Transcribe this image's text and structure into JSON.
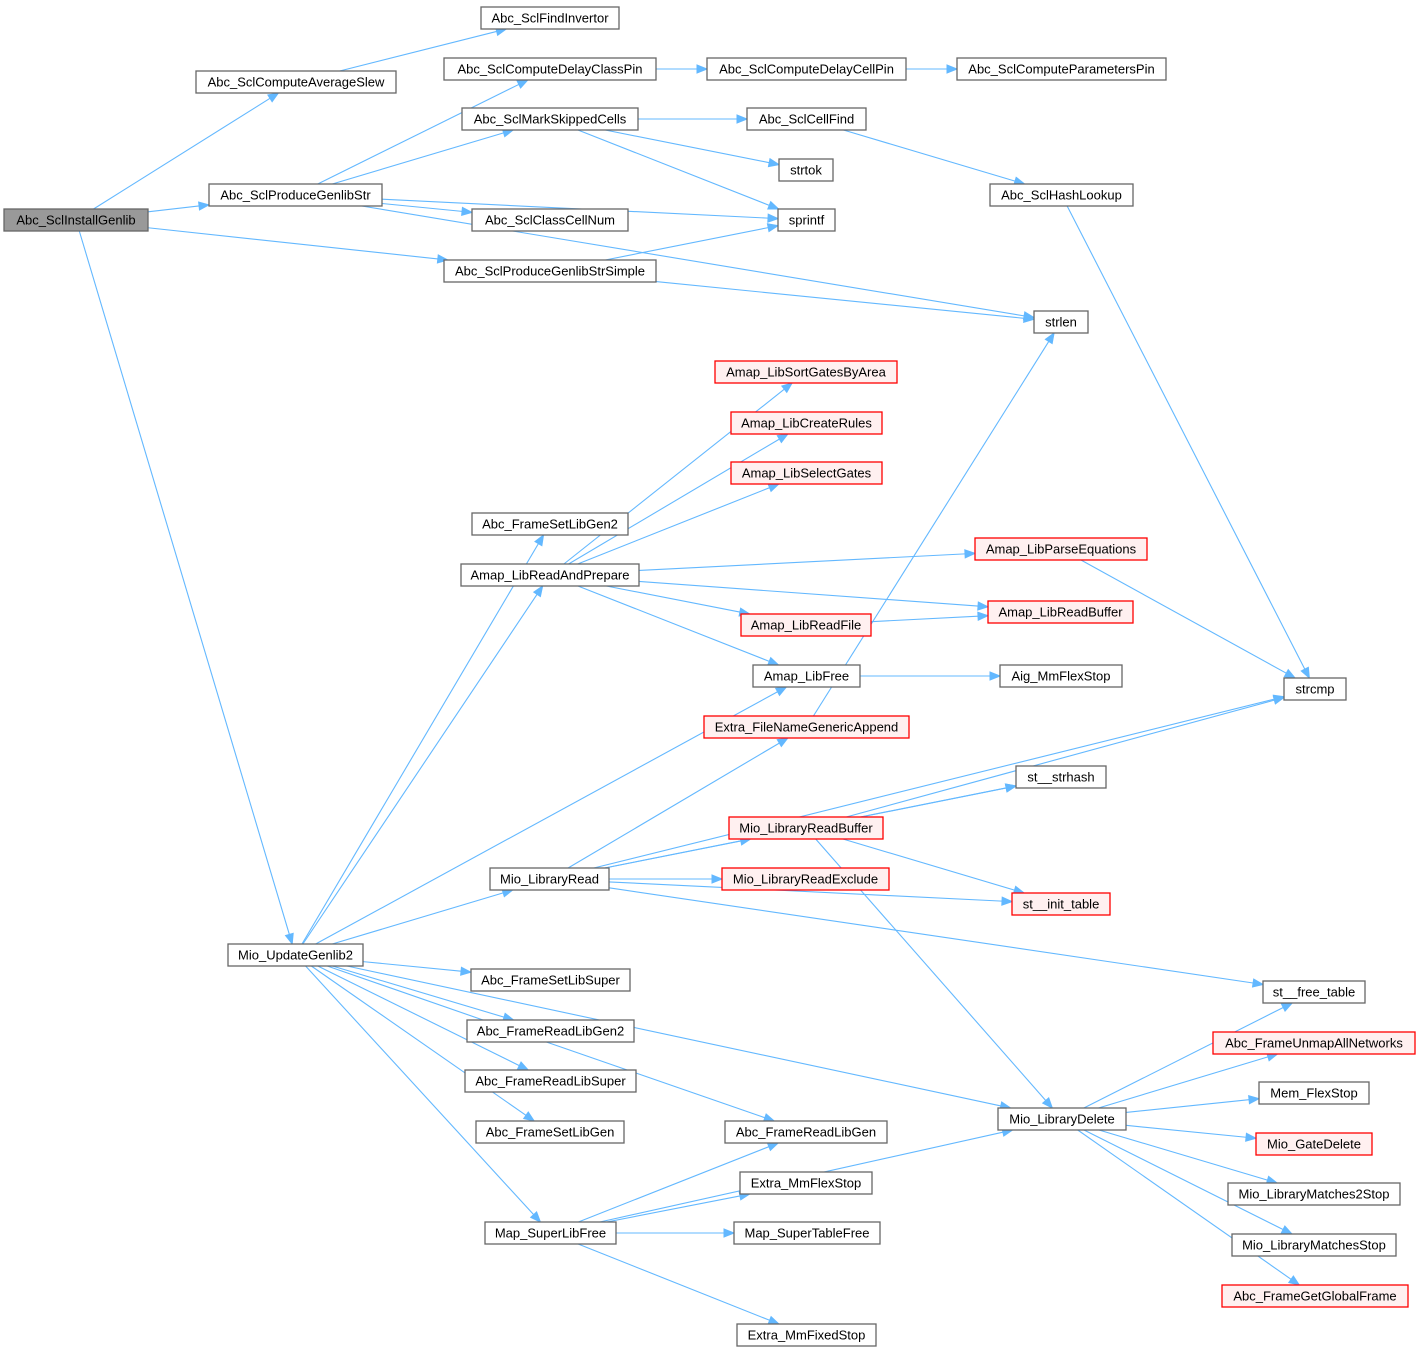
{
  "colors": {
    "edge": "#63b8ff",
    "node_fill": "#ffffff",
    "node_border": "#666666",
    "root_fill": "#999999",
    "root_border": "#666666",
    "truncated_fill": "#fff0f0",
    "truncated_border": "#ff0000"
  },
  "nodes": {
    "root": {
      "label": "Abc_SclInstallGenlib",
      "kind": "root"
    },
    "avgSlew": {
      "label": "Abc_SclComputeAverageSlew",
      "kind": "normal"
    },
    "findInv": {
      "label": "Abc_SclFindInvertor",
      "kind": "normal"
    },
    "prodStr": {
      "label": "Abc_SclProduceGenlibStr",
      "kind": "normal"
    },
    "delayClass": {
      "label": "Abc_SclComputeDelayClassPin",
      "kind": "normal"
    },
    "delayCell": {
      "label": "Abc_SclComputeDelayCellPin",
      "kind": "normal"
    },
    "params": {
      "label": "Abc_SclComputeParametersPin",
      "kind": "normal"
    },
    "markSkip": {
      "label": "Abc_SclMarkSkippedCells",
      "kind": "normal"
    },
    "cellFind": {
      "label": "Abc_SclCellFind",
      "kind": "normal"
    },
    "strtok": {
      "label": "strtok",
      "kind": "normal"
    },
    "hashLookup": {
      "label": "Abc_SclHashLookup",
      "kind": "normal"
    },
    "classCellNum": {
      "label": "Abc_SclClassCellNum",
      "kind": "normal"
    },
    "sprintf": {
      "label": "sprintf",
      "kind": "normal"
    },
    "prodStrSimple": {
      "label": "Abc_SclProduceGenlibStrSimple",
      "kind": "normal"
    },
    "strlen": {
      "label": "strlen",
      "kind": "normal"
    },
    "sortGates": {
      "label": "Amap_LibSortGatesByArea",
      "kind": "truncated"
    },
    "createRules": {
      "label": "Amap_LibCreateRules",
      "kind": "truncated"
    },
    "selectGates": {
      "label": "Amap_LibSelectGates",
      "kind": "truncated"
    },
    "setLibGen2": {
      "label": "Abc_FrameSetLibGen2",
      "kind": "normal"
    },
    "readPrepare": {
      "label": "Amap_LibReadAndPrepare",
      "kind": "normal"
    },
    "parseEq": {
      "label": "Amap_LibParseEquations",
      "kind": "truncated"
    },
    "readBuffer": {
      "label": "Amap_LibReadBuffer",
      "kind": "truncated"
    },
    "readFile": {
      "label": "Amap_LibReadFile",
      "kind": "truncated"
    },
    "libFree": {
      "label": "Amap_LibFree",
      "kind": "normal"
    },
    "aigStop": {
      "label": "Aig_MmFlexStop",
      "kind": "normal"
    },
    "strcmp": {
      "label": "strcmp",
      "kind": "normal"
    },
    "fileAppend": {
      "label": "Extra_FileNameGenericAppend",
      "kind": "truncated"
    },
    "strhash": {
      "label": "st__strhash",
      "kind": "normal"
    },
    "mioReadBuf": {
      "label": "Mio_LibraryReadBuffer",
      "kind": "truncated"
    },
    "mioRead": {
      "label": "Mio_LibraryRead",
      "kind": "normal"
    },
    "mioExclude": {
      "label": "Mio_LibraryReadExclude",
      "kind": "truncated"
    },
    "initTable": {
      "label": "st__init_table",
      "kind": "truncated"
    },
    "updGenlib2": {
      "label": "Mio_UpdateGenlib2",
      "kind": "normal"
    },
    "setLibSuper": {
      "label": "Abc_FrameSetLibSuper",
      "kind": "normal"
    },
    "freeTable": {
      "label": "st__free_table",
      "kind": "normal"
    },
    "readLibGen2": {
      "label": "Abc_FrameReadLibGen2",
      "kind": "normal"
    },
    "unmapAll": {
      "label": "Abc_FrameUnmapAllNetworks",
      "kind": "truncated"
    },
    "readLibSuper": {
      "label": "Abc_FrameReadLibSuper",
      "kind": "normal"
    },
    "memFlexStop": {
      "label": "Mem_FlexStop",
      "kind": "normal"
    },
    "mioDelete": {
      "label": "Mio_LibraryDelete",
      "kind": "normal"
    },
    "setLibGen": {
      "label": "Abc_FrameSetLibGen",
      "kind": "normal"
    },
    "readLibGen": {
      "label": "Abc_FrameReadLibGen",
      "kind": "normal"
    },
    "gateDelete": {
      "label": "Mio_GateDelete",
      "kind": "truncated"
    },
    "extraFlexStop": {
      "label": "Extra_MmFlexStop",
      "kind": "normal"
    },
    "matches2": {
      "label": "Mio_LibraryMatches2Stop",
      "kind": "normal"
    },
    "superLibFree": {
      "label": "Map_SuperLibFree",
      "kind": "normal"
    },
    "superTableFree": {
      "label": "Map_SuperTableFree",
      "kind": "normal"
    },
    "matchesStop": {
      "label": "Mio_LibraryMatchesStop",
      "kind": "normal"
    },
    "globalFrame": {
      "label": "Abc_FrameGetGlobalFrame",
      "kind": "truncated"
    },
    "fixedStop": {
      "label": "Extra_MmFixedStop",
      "kind": "normal"
    }
  },
  "edges": [
    [
      "root",
      "avgSlew"
    ],
    [
      "root",
      "prodStr"
    ],
    [
      "root",
      "prodStrSimple"
    ],
    [
      "root",
      "updGenlib2"
    ],
    [
      "avgSlew",
      "findInv"
    ],
    [
      "prodStr",
      "delayClass"
    ],
    [
      "prodStr",
      "markSkip"
    ],
    [
      "prodStr",
      "sprintf"
    ],
    [
      "prodStr",
      "classCellNum"
    ],
    [
      "prodStr",
      "strlen"
    ],
    [
      "delayClass",
      "delayCell"
    ],
    [
      "delayCell",
      "params"
    ],
    [
      "markSkip",
      "cellFind"
    ],
    [
      "markSkip",
      "strtok"
    ],
    [
      "markSkip",
      "sprintf"
    ],
    [
      "cellFind",
      "hashLookup"
    ],
    [
      "hashLookup",
      "strcmp"
    ],
    [
      "prodStrSimple",
      "sprintf"
    ],
    [
      "prodStrSimple",
      "strlen"
    ],
    [
      "readPrepare",
      "sortGates"
    ],
    [
      "readPrepare",
      "createRules"
    ],
    [
      "readPrepare",
      "selectGates"
    ],
    [
      "readPrepare",
      "parseEq"
    ],
    [
      "readPrepare",
      "readBuffer"
    ],
    [
      "readPrepare",
      "readFile"
    ],
    [
      "readPrepare",
      "libFree"
    ],
    [
      "readFile",
      "readBuffer"
    ],
    [
      "parseEq",
      "strcmp"
    ],
    [
      "libFree",
      "aigStop"
    ],
    [
      "fileAppend",
      "strlen"
    ],
    [
      "mioRead",
      "fileAppend"
    ],
    [
      "mioRead",
      "strhash"
    ],
    [
      "mioRead",
      "mioReadBuf"
    ],
    [
      "mioRead",
      "mioExclude"
    ],
    [
      "mioRead",
      "initTable"
    ],
    [
      "mioRead",
      "strcmp"
    ],
    [
      "mioRead",
      "freeTable"
    ],
    [
      "mioReadBuf",
      "strhash"
    ],
    [
      "mioReadBuf",
      "strcmp"
    ],
    [
      "mioReadBuf",
      "initTable"
    ],
    [
      "mioReadBuf",
      "mioDelete"
    ],
    [
      "updGenlib2",
      "setLibGen2"
    ],
    [
      "updGenlib2",
      "readPrepare"
    ],
    [
      "updGenlib2",
      "libFree"
    ],
    [
      "updGenlib2",
      "mioRead"
    ],
    [
      "updGenlib2",
      "mioDelete"
    ],
    [
      "updGenlib2",
      "setLibSuper"
    ],
    [
      "updGenlib2",
      "readLibGen2"
    ],
    [
      "updGenlib2",
      "readLibSuper"
    ],
    [
      "updGenlib2",
      "setLibGen"
    ],
    [
      "updGenlib2",
      "readLibGen"
    ],
    [
      "updGenlib2",
      "superLibFree"
    ],
    [
      "mioDelete",
      "freeTable"
    ],
    [
      "mioDelete",
      "unmapAll"
    ],
    [
      "mioDelete",
      "memFlexStop"
    ],
    [
      "mioDelete",
      "gateDelete"
    ],
    [
      "mioDelete",
      "matches2"
    ],
    [
      "mioDelete",
      "matchesStop"
    ],
    [
      "mioDelete",
      "globalFrame"
    ],
    [
      "superLibFree",
      "readLibGen"
    ],
    [
      "superLibFree",
      "extraFlexStop"
    ],
    [
      "superLibFree",
      "superTableFree"
    ],
    [
      "superLibFree",
      "mioDelete"
    ],
    [
      "superLibFree",
      "fixedStop"
    ]
  ]
}
